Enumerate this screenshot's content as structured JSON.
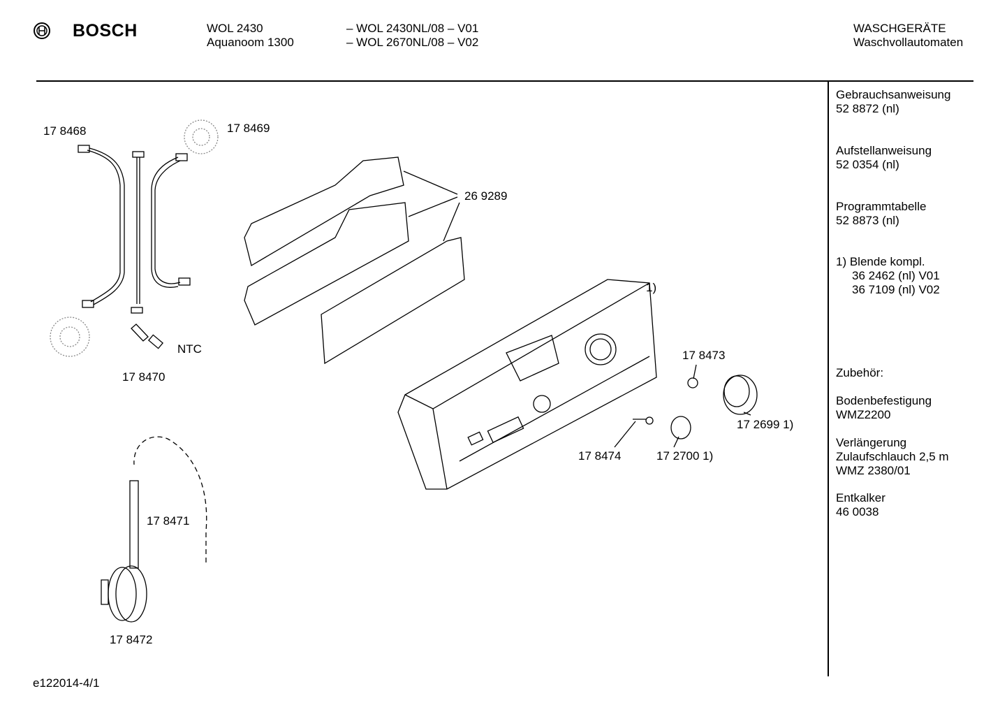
{
  "header": {
    "brand": "BOSCH",
    "model": "WOL 2430",
    "model_name": "Aquanoom 1300",
    "variants": [
      "– WOL 2430NL/08 – V01",
      "– WOL 2670NL/08 – V02"
    ],
    "category": "WASCHGERÄTE",
    "subcategory": "Waschvollautomaten"
  },
  "parts": {
    "p178468": "17 8468",
    "p178469": "17 8469",
    "p269289": "26 9289",
    "assembly": "1)",
    "ntc": "NTC",
    "p178470": "17 8470",
    "p178473": "17 8473",
    "p172699": "17 2699 1)",
    "p178474": "17 8474",
    "p172700": "17 2700 1)",
    "p178471": "17 8471",
    "p178472": "17 8472"
  },
  "sidebar": {
    "manual_title": "Gebrauchsanweisung",
    "manual_no": "52 8872 (nl)",
    "install_title": "Aufstellanweisung",
    "install_no": "52 0354 (nl)",
    "program_title": "Programmtabelle",
    "program_no": "52 8873 (nl)",
    "note_title": "1) Blende kompl.",
    "note_v01": "36 2462 (nl) V01",
    "note_v02": "36 7109 (nl) V02",
    "accessories": "Zubehör:",
    "acc1_title": "Bodenbefestigung",
    "acc1_no": "WMZ2200",
    "acc2_title": "Verlängerung",
    "acc2_desc": "Zulaufschlauch 2,5 m",
    "acc2_no": "WMZ 2380/01",
    "acc3_title": "Entkalker",
    "acc3_no": "46 0038"
  },
  "footer": {
    "doc_id": "e122014-4/1"
  }
}
